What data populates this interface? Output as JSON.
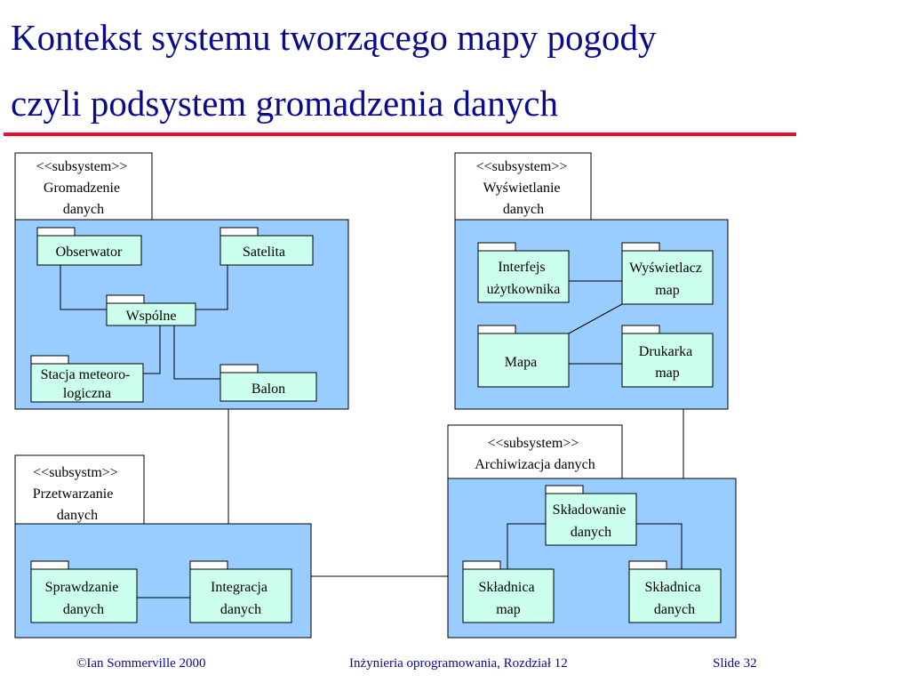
{
  "title": {
    "line1": "Kontekst systemu tworzącego  mapy pogody",
    "line2": "czyli podsystem gromadzenia danych"
  },
  "subsystems": {
    "gromadzenie": {
      "label": [
        "<<subsystem>>",
        "Gromadzenie",
        "danych"
      ]
    },
    "wyswietlanie": {
      "label": [
        "<<subsystem>>",
        "Wyświetlanie",
        "danych"
      ]
    },
    "archiwizacja": {
      "label": [
        "<<subsystem>>",
        "Archiwizacja danych"
      ]
    },
    "przetwarzanie": {
      "label": [
        "<<subsystm>>",
        "Przetwarzanie",
        "danych"
      ]
    }
  },
  "packages": {
    "obserwator": [
      "Obserwator"
    ],
    "satelita": [
      "Satelita"
    ],
    "wspolne": [
      "Wspólne"
    ],
    "stacja": [
      "Stacja meteoro-",
      "logiczna"
    ],
    "balon": [
      "Balon"
    ],
    "interfejs": [
      "Interfejs",
      "użytkownika"
    ],
    "wyswietlacz": [
      "Wyświetlacz",
      "map"
    ],
    "mapa": [
      "Mapa"
    ],
    "drukarka": [
      "Drukarka",
      "map"
    ],
    "skladowanie": [
      "Składowanie",
      "danych"
    ],
    "skladnica_map": [
      "Składnica",
      "map"
    ],
    "skladnica_danych": [
      "Składnica",
      "danych"
    ],
    "sprawdzanie": [
      "Sprawdzanie",
      "danych"
    ],
    "integracja": [
      "Integracja",
      "danych"
    ]
  },
  "footer": {
    "left": "©Ian Sommerville 2000",
    "middle": "Inżynieria oprogramowania, Rozdział 12",
    "right": "Slide 32"
  },
  "colors": {
    "title": "#0a0a8c",
    "rule": "#e8102c",
    "subsystem_fill": "#99ccff",
    "package_fill": "#ccffee",
    "tab_fill": "#ffffff"
  }
}
